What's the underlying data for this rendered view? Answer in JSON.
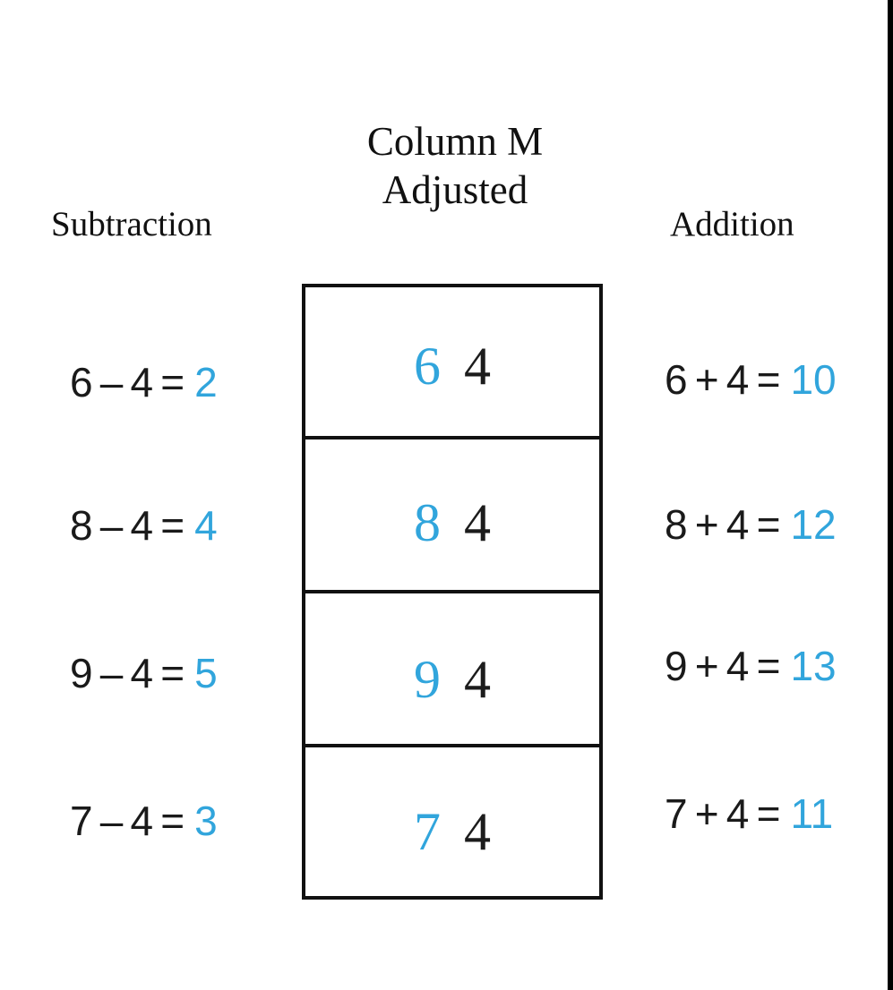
{
  "colors": {
    "accent_blue": "#31a5dc",
    "ink": "#111111",
    "equation_ink": "#1a1a1a"
  },
  "title": {
    "line1": "Column M",
    "line2": "Adjusted"
  },
  "labels": {
    "subtraction": "Subtraction",
    "addition": "Addition"
  },
  "subtraction_equations": [
    {
      "expression": "6 – 4 =",
      "result": "2"
    },
    {
      "expression": "8 – 4 =",
      "result": "4"
    },
    {
      "expression": "9 – 4 =",
      "result": "5"
    },
    {
      "expression": "7 – 4 =",
      "result": "3"
    }
  ],
  "addition_equations": [
    {
      "expression": "6 + 4 =",
      "result": "10"
    },
    {
      "expression": "8 + 4 =",
      "result": "12"
    },
    {
      "expression": "9 + 4 =",
      "result": "13"
    },
    {
      "expression": "7 + 4 =",
      "result": "11"
    }
  ],
  "column_m": {
    "rows": [
      {
        "adjusted": "6",
        "original": "4"
      },
      {
        "adjusted": "8",
        "original": "4"
      },
      {
        "adjusted": "9",
        "original": "4"
      },
      {
        "adjusted": "7",
        "original": "4"
      }
    ]
  }
}
